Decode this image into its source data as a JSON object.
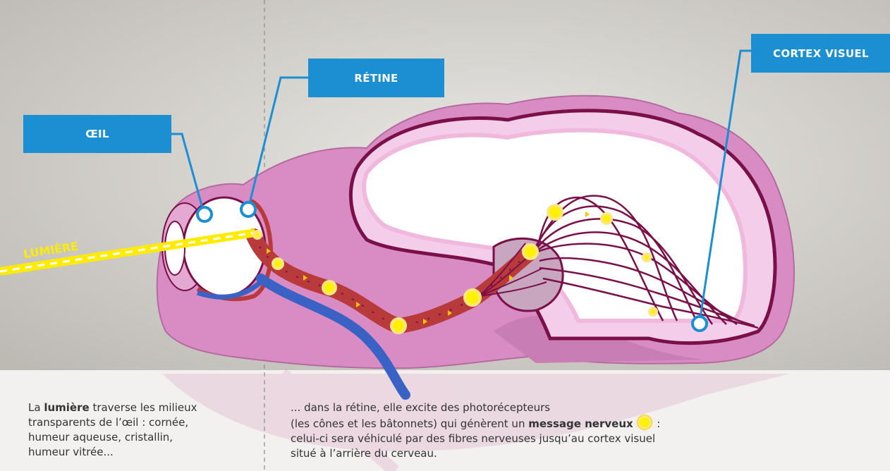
{
  "labels": {
    "oeil": "ŒIL",
    "retine": "RÉTINE",
    "cortex": "CORTEX VISUEL",
    "lumiere": "LUMIÈRE"
  },
  "caption_left": {
    "part1": "La ",
    "bold": "lumière",
    "part2": " traverse les milieux",
    "line2": "transparents de l’œil : cornée,",
    "line3": "humeur aqueuse, cristallin,",
    "line4": "humeur vitrée..."
  },
  "caption_right": {
    "line1": "... dans la rétine, elle excite des photorécepteurs",
    "line2_part1": "(les cônes et les bâtonnets) qui génèrent un ",
    "line2_bold": "message nerveux",
    "line2_part2": " :",
    "line3": "celui-ci sera véhiculé par des fibres nerveuses jusqu’au cortex visuel",
    "line4": "situé à l’arrière du cerveau."
  },
  "colors": {
    "label_blue": "#1b8fd2",
    "brain_pink": "#d98cc4",
    "brain_outline": "#7a1048",
    "light_beam": "#ffec00",
    "nerve_red": "#b83a3a",
    "vessel_blue": "#3a62c4"
  }
}
